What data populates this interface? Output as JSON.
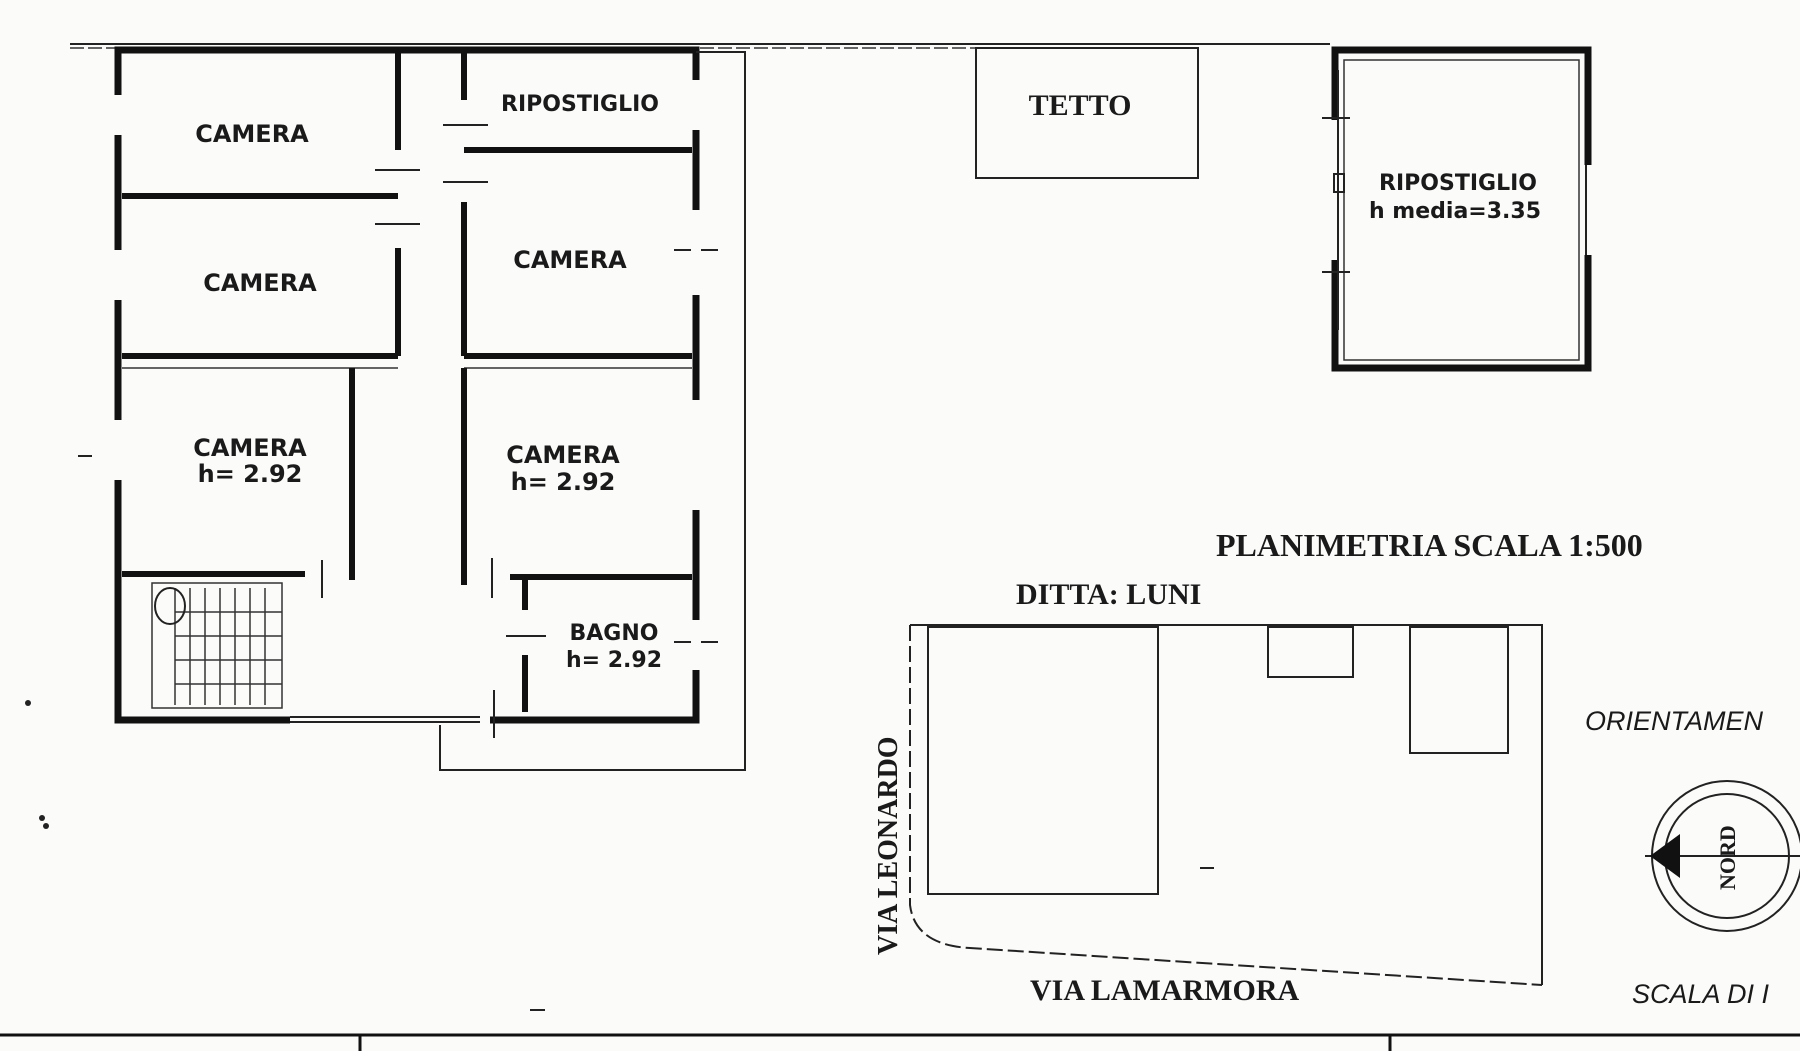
{
  "rooms": {
    "camera_1": "CAMERA",
    "camera_2": "CAMERA",
    "camera_3": "CAMERA",
    "camera_3_h": "h= 2.92",
    "camera_4": "CAMERA",
    "camera_5": "CAMERA",
    "camera_5_h": "h= 2.92",
    "ripostiglio_1": "RIPOSTIGLIO",
    "bagno": "BAGNO",
    "bagno_h": "h= 2.92",
    "tetto": "TETTO",
    "ripostiglio_2": "RIPOSTIGLIO",
    "ripostiglio_2_h": "h media=3.35"
  },
  "site_plan": {
    "title": "PLANIMETRIA SCALA 1:500",
    "company": "DITTA: LUNI",
    "street_west": "VIA LEONARDO",
    "street_south": "VIA LAMARMORA"
  },
  "orientation": {
    "label": "ORIENTAMEN",
    "north": "NORD",
    "scale_label": "SCALA DI I"
  }
}
